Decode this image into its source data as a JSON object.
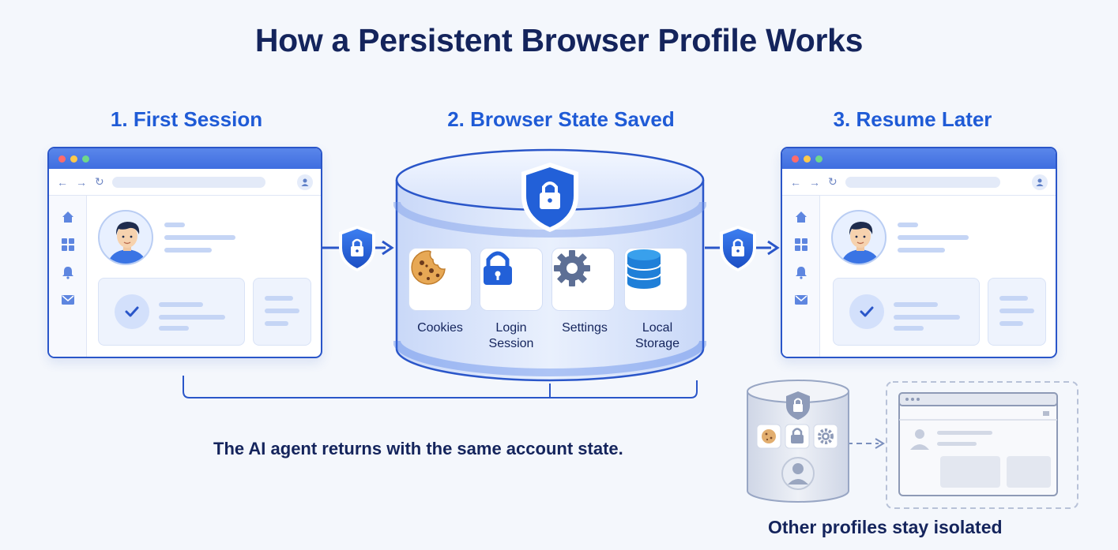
{
  "title": "How a Persistent Browser Profile Works",
  "steps": [
    {
      "label": "1. First Session"
    },
    {
      "label": "2. Browser State Saved"
    },
    {
      "label": "3. Resume Later"
    }
  ],
  "storage_items": [
    {
      "label": "Cookies",
      "icon": "cookie-icon"
    },
    {
      "label": "Login\nSession",
      "icon": "padlock-icon"
    },
    {
      "label": "Settings",
      "icon": "gear-icon"
    },
    {
      "label": "Local\nStorage",
      "icon": "database-icon"
    }
  ],
  "caption": "The AI agent returns with the same account state.",
  "isolation_caption": "Other profiles stay isolated",
  "colors": {
    "accent": "#1f5bd6",
    "navy": "#14245c",
    "window_border": "#2a56c9"
  }
}
